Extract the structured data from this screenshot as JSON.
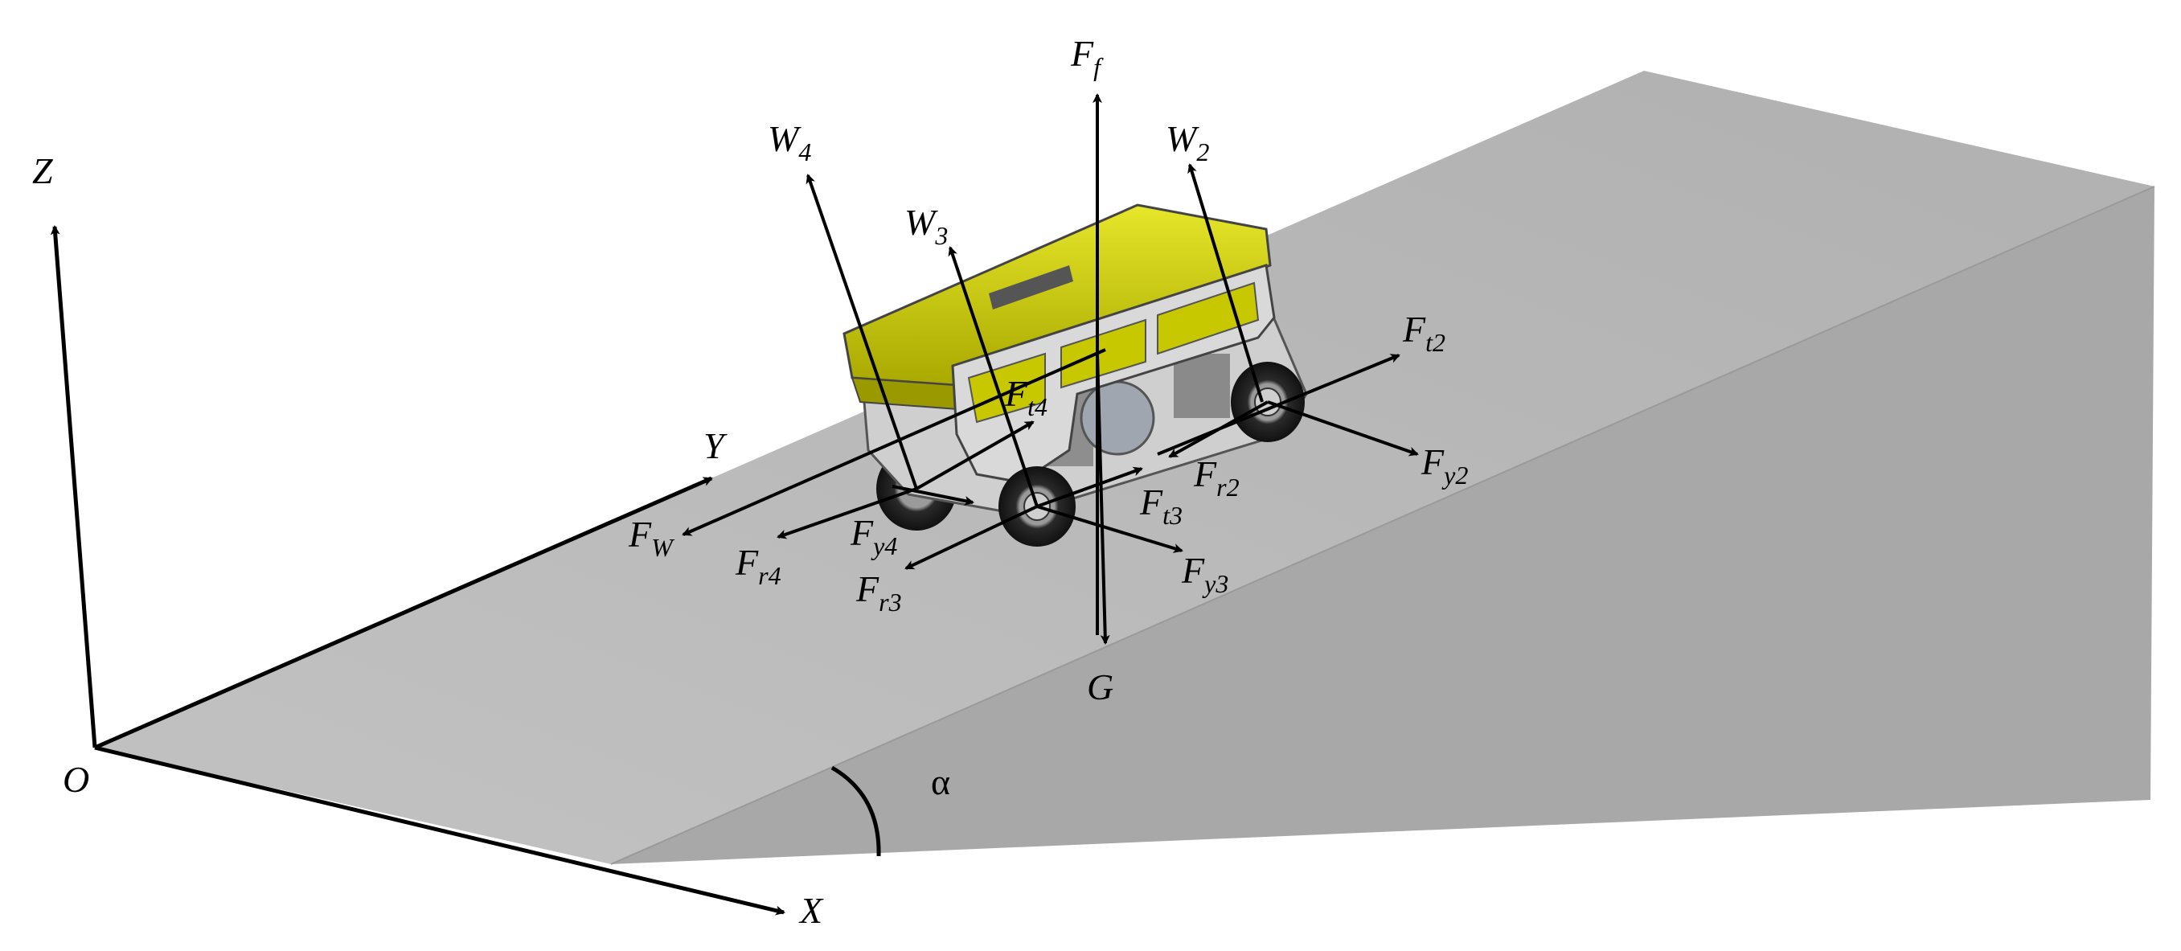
{
  "diagram": {
    "axes": {
      "origin": "O",
      "x": "X",
      "y": "Y",
      "z": "Z"
    },
    "slope_angle": "α",
    "forces": [
      {
        "id": "Ff",
        "base": "F",
        "sub": "f"
      },
      {
        "id": "G",
        "base": "G",
        "sub": ""
      },
      {
        "id": "W2",
        "base": "W",
        "sub": "2"
      },
      {
        "id": "W3",
        "base": "W",
        "sub": "3"
      },
      {
        "id": "W4",
        "base": "W",
        "sub": "4"
      },
      {
        "id": "Ft2",
        "base": "F",
        "sub": "t2"
      },
      {
        "id": "Ft3",
        "base": "F",
        "sub": "t3"
      },
      {
        "id": "Ft4",
        "base": "F",
        "sub": "t4"
      },
      {
        "id": "Fr2",
        "base": "F",
        "sub": "r2"
      },
      {
        "id": "Fr3",
        "base": "F",
        "sub": "r3"
      },
      {
        "id": "Fr4",
        "base": "F",
        "sub": "r4"
      },
      {
        "id": "Fy2",
        "base": "F",
        "sub": "y2"
      },
      {
        "id": "Fy3",
        "base": "F",
        "sub": "y3"
      },
      {
        "id": "Fy4",
        "base": "F",
        "sub": "y4"
      },
      {
        "id": "Fw",
        "base": "F",
        "sub": "W"
      }
    ],
    "colors": {
      "slope_top": "#b4b4b4",
      "slope_side": "#a6a6a6",
      "body_yellow": "#c8c800",
      "frame_gray": "#d9d9d9",
      "arrow": "#000000"
    }
  }
}
